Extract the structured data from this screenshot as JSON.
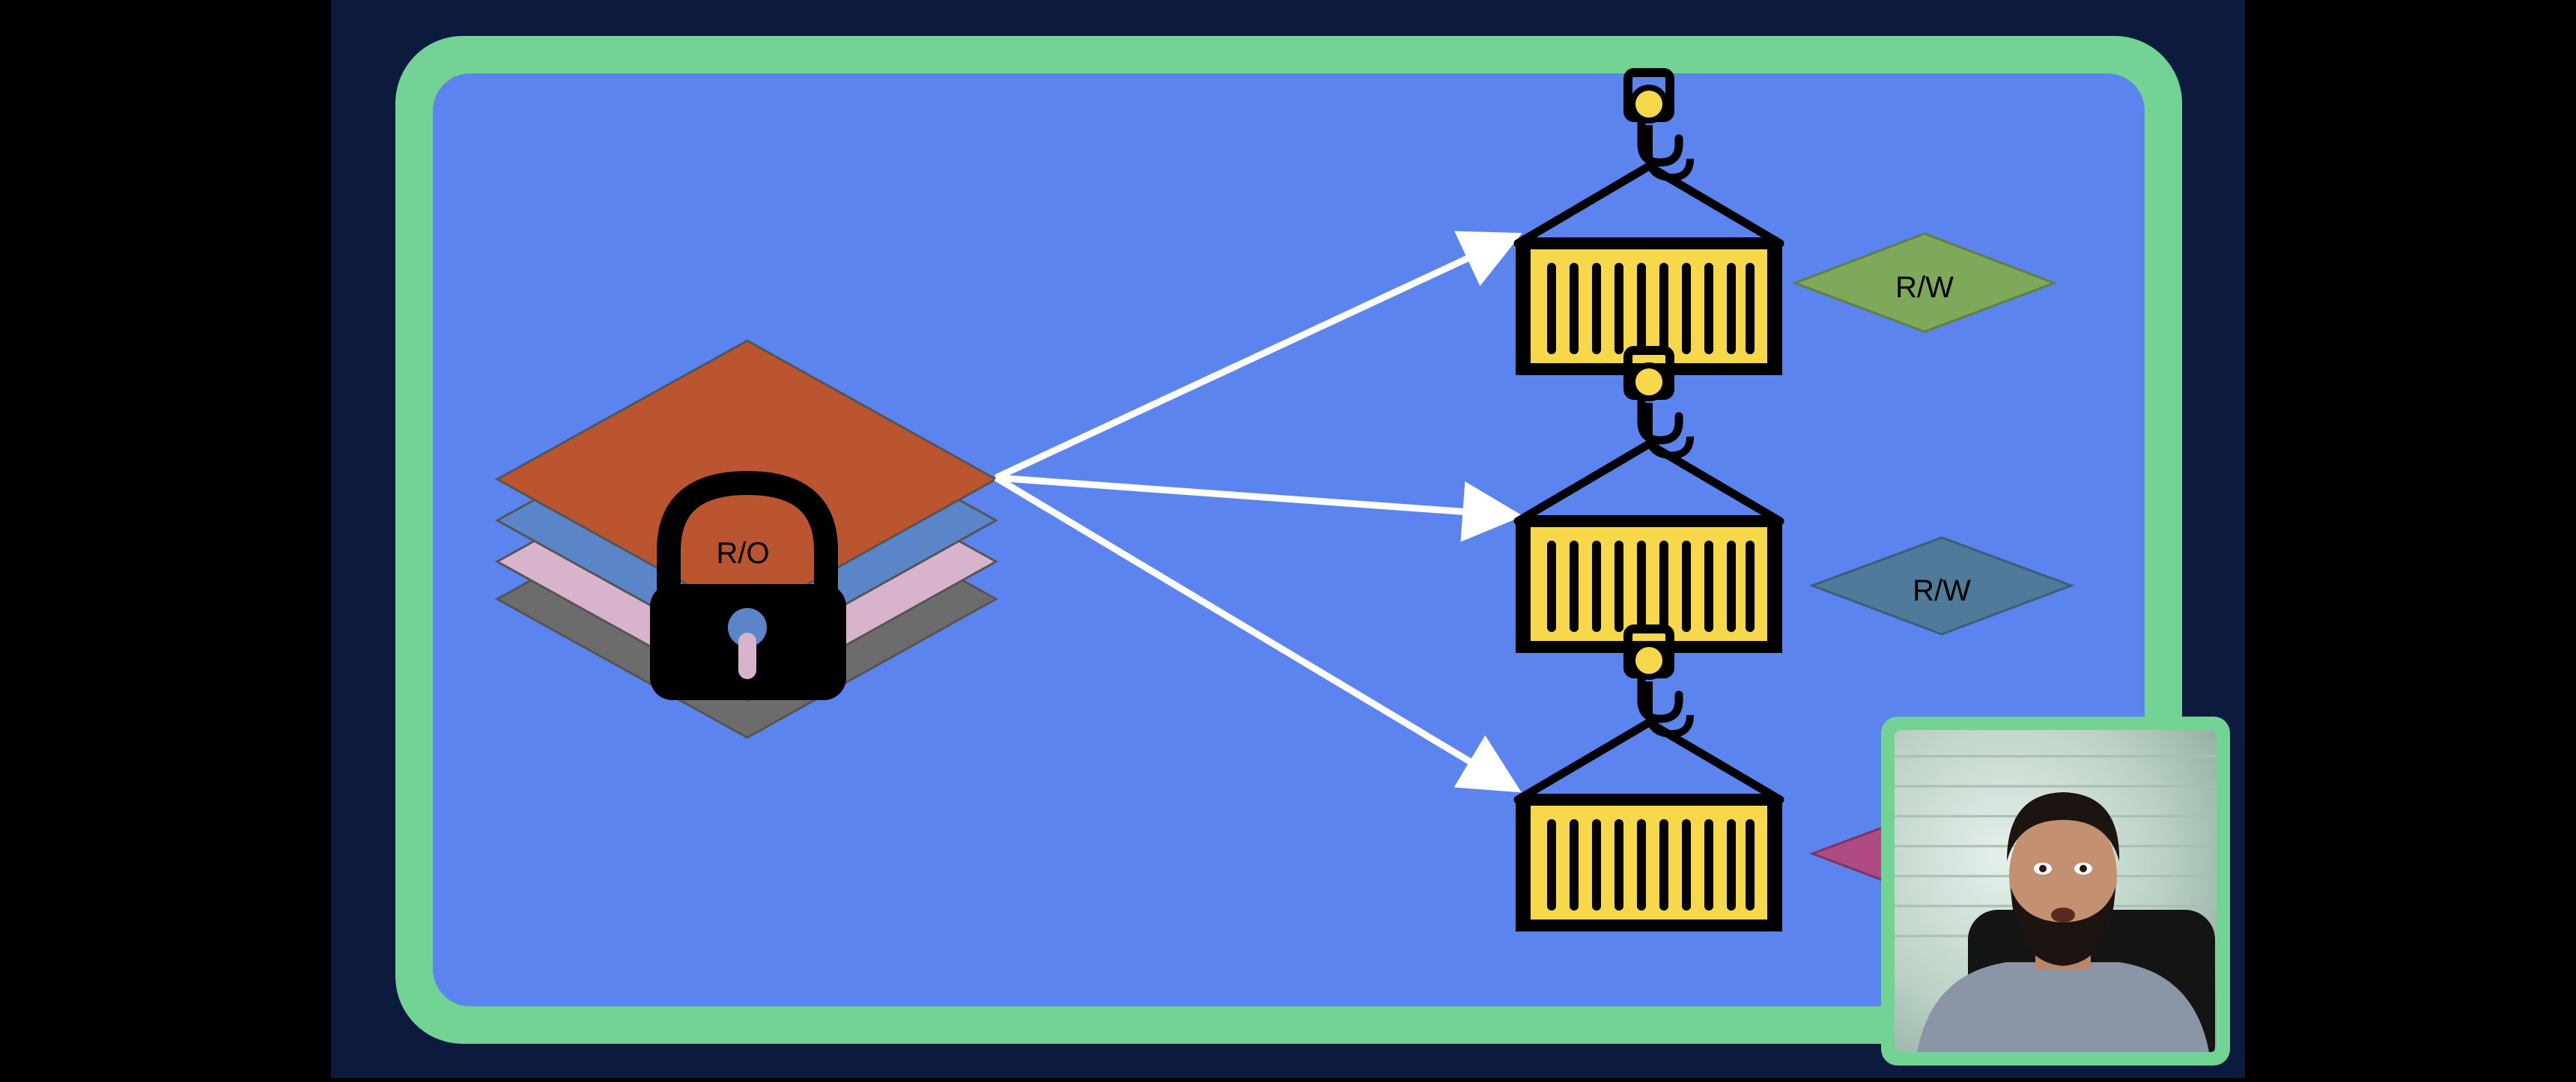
{
  "colors": {
    "outer_background": "#000000",
    "video_panel_background": "#0c1a3e",
    "slide_border": "#73d394",
    "slide_background": "#5b84ee",
    "layer_top": "#ba5530",
    "layer_blue": "#5a86c9",
    "layer_pink": "#d8b3cc",
    "layer_gray": "#6c6c6c",
    "arrow": "#ffffff",
    "container_fill": "#f7d84a",
    "container_stroke": "#000000",
    "rw_green": "#7ea85a",
    "rw_teal": "#4f7a9a",
    "rw_magenta": "#b04a82",
    "webcam_border": "#73d394"
  },
  "diagram": {
    "image_layers": {
      "icon": "lock-icon",
      "lock_label": "R/O"
    },
    "containers": [
      {
        "icon": "shipping-container-icon",
        "hook_icon": "crane-hook-icon",
        "layer_label": "R/W",
        "layer_color": "rw_green"
      },
      {
        "icon": "shipping-container-icon",
        "hook_icon": "crane-hook-icon",
        "layer_label": "R/W",
        "layer_color": "rw_teal"
      },
      {
        "icon": "shipping-container-icon",
        "hook_icon": "crane-hook-icon",
        "layer_label": "",
        "layer_color": "rw_magenta"
      }
    ]
  },
  "webcam": {
    "content": "presenter-video"
  }
}
